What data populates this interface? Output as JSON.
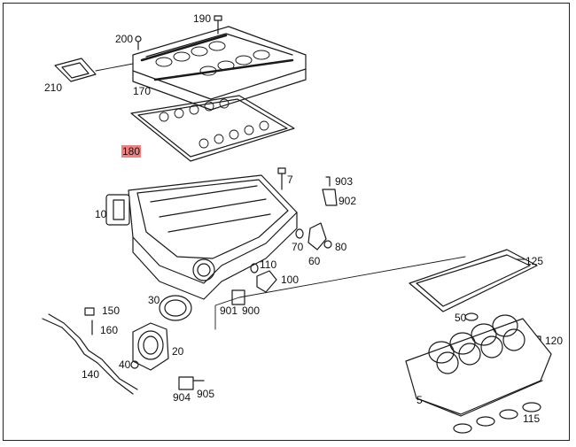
{
  "callouts": [
    {
      "id": "190",
      "text": "190"
    },
    {
      "id": "200",
      "text": "200"
    },
    {
      "id": "210",
      "text": "210"
    },
    {
      "id": "170",
      "text": "170"
    },
    {
      "id": "180",
      "text": "180",
      "highlighted": true
    },
    {
      "id": "7",
      "text": "7"
    },
    {
      "id": "903",
      "text": "903"
    },
    {
      "id": "902",
      "text": "902"
    },
    {
      "id": "10",
      "text": "10"
    },
    {
      "id": "70",
      "text": "70"
    },
    {
      "id": "80",
      "text": "80"
    },
    {
      "id": "60",
      "text": "60"
    },
    {
      "id": "110",
      "text": "110"
    },
    {
      "id": "100",
      "text": "100"
    },
    {
      "id": "125",
      "text": "125"
    },
    {
      "id": "30",
      "text": "30"
    },
    {
      "id": "901",
      "text": "901"
    },
    {
      "id": "900",
      "text": "900"
    },
    {
      "id": "150",
      "text": "150"
    },
    {
      "id": "160",
      "text": "160"
    },
    {
      "id": "50",
      "text": "50"
    },
    {
      "id": "120",
      "text": "120"
    },
    {
      "id": "20",
      "text": "20"
    },
    {
      "id": "40",
      "text": "40"
    },
    {
      "id": "140",
      "text": "140"
    },
    {
      "id": "904",
      "text": "904"
    },
    {
      "id": "905",
      "text": "905"
    },
    {
      "id": "5",
      "text": "5"
    },
    {
      "id": "115",
      "text": "115"
    }
  ],
  "colors": {
    "highlight": "#f08080",
    "line": "#1a1a1a",
    "fill": "#ffffff"
  }
}
